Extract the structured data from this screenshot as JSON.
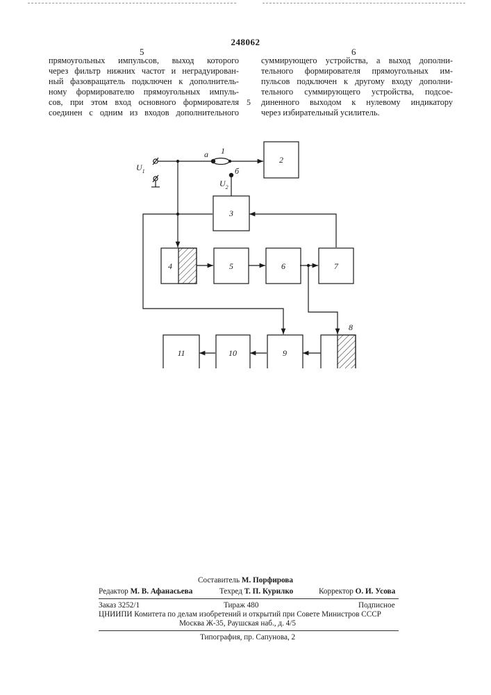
{
  "header": {
    "patent_number": "248062",
    "left_column_number": "5",
    "right_column_number": "6",
    "line_marker": "5"
  },
  "left_column": [
    "прямоугольных импульсов, выход которого",
    "через фильтр нижних частот и неградуирован-",
    "ный фазовращатель подключен к дополнитель-",
    "ному формирователю прямоугольных импуль-",
    "сов, при этом вход основного формирователя",
    "соединен с одним из входов дополнительного"
  ],
  "right_column": [
    "суммирующего устройства, а выход дополни-",
    "тельного формирователя прямоугольных им-",
    "пульсов подключен к другому входу дополни-",
    "тельного суммирующего устройства, подсое-",
    "диненного выходом к нулевому индикатору",
    "через избирательный усилитель."
  ],
  "diagram": {
    "labels": {
      "u1": "U",
      "u1_sub": "1",
      "u2": "U",
      "u2_sub": "2",
      "a": "a",
      "b": "б",
      "element_1": "1"
    },
    "blocks": [
      "2",
      "3",
      "4",
      "5",
      "6",
      "7",
      "8",
      "9",
      "10",
      "11"
    ]
  },
  "footer": {
    "compiler_label": "Составитель",
    "compiler_name": "М. Порфирова",
    "editor_label": "Редактор",
    "editor_name": "М. В. Афанасьева",
    "techred_label": "Техред",
    "techred_name": "Т. П. Курилко",
    "corrector_label": "Корректор",
    "corrector_name": "О. И. Усова",
    "order": "Заказ 3252/1",
    "circulation": "Тираж 480",
    "subscription": "Подписное",
    "institute": "ЦНИИПИ Комитета по делам изобретений и открытий при Совете Министров СССР",
    "address": "Москва Ж-35, Раушская наб., д. 4/5",
    "printing": "Типография, пр. Сапунова, 2"
  }
}
